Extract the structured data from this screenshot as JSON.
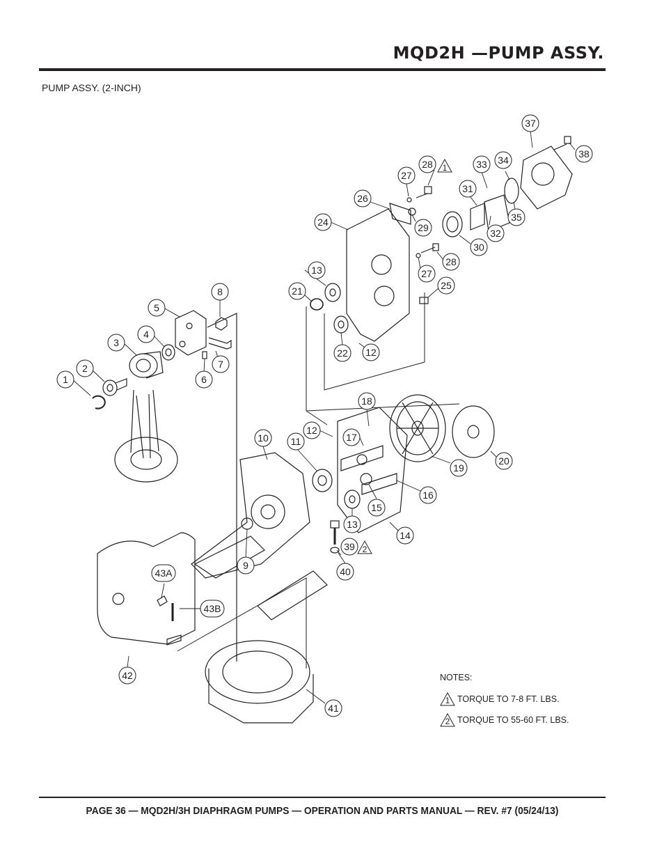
{
  "header": {
    "title": "MQD2H —PUMP ASSY."
  },
  "subtitle": "PUMP ASSY. (2-INCH)",
  "callouts": [
    "1",
    "2",
    "3",
    "4",
    "5",
    "6",
    "7",
    "8",
    "9",
    "10",
    "11",
    "12",
    "12",
    "13",
    "13",
    "14",
    "15",
    "16",
    "17",
    "18",
    "19",
    "20",
    "21",
    "22",
    "24",
    "25",
    "26",
    "27",
    "27",
    "28",
    "28",
    "29",
    "30",
    "31",
    "32",
    "33",
    "34",
    "35",
    "37",
    "38",
    "39",
    "40",
    "41",
    "42",
    "43A",
    "43B"
  ],
  "warning_markers": [
    "1",
    "2"
  ],
  "notes": {
    "heading": "NOTES:",
    "items": [
      {
        "marker": "1",
        "text": "TORQUE TO 7-8 FT. LBS."
      },
      {
        "marker": "2",
        "text": "TORQUE TO 55-60 FT. LBS."
      }
    ]
  },
  "footer": "PAGE 36 — MQD2H/3H DIAPHRAGM PUMPS — OPERATION AND PARTS MANUAL — REV. #7 (05/24/13)"
}
